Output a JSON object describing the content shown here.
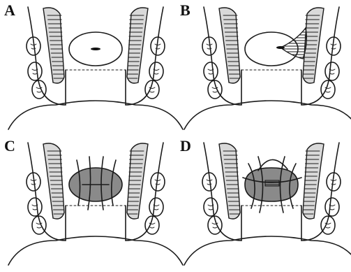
{
  "panels": [
    {
      "letter": "A",
      "stage": "open-defect"
    },
    {
      "letter": "B",
      "stage": "flap-lifted"
    },
    {
      "letter": "C",
      "stage": "sutures-placed"
    },
    {
      "letter": "D",
      "stage": "sutures-tied"
    }
  ]
}
